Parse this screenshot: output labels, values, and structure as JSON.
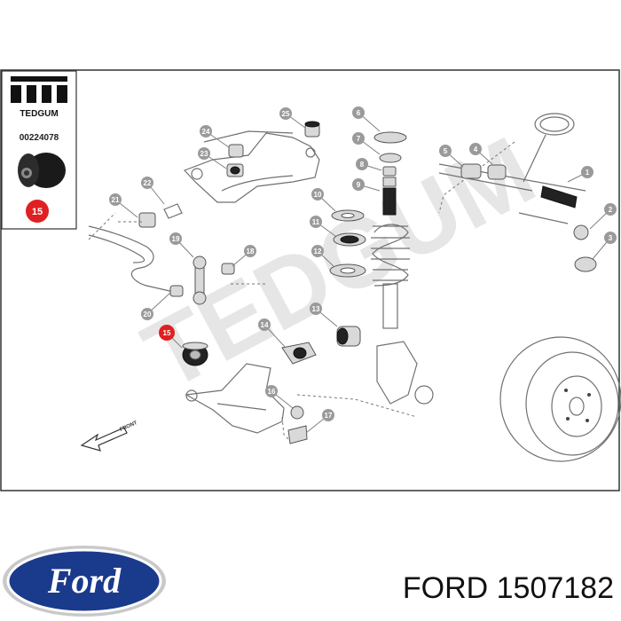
{
  "panel": {
    "brand": "TEDGUM",
    "code": "00224078",
    "highlight_number": "15",
    "highlight_color": "#e02020"
  },
  "callouts": [
    {
      "label": "1"
    },
    {
      "label": "2"
    },
    {
      "label": "3"
    },
    {
      "label": "4"
    },
    {
      "label": "5"
    },
    {
      "label": "6"
    },
    {
      "label": "7"
    },
    {
      "label": "8"
    },
    {
      "label": "9"
    },
    {
      "label": "10"
    },
    {
      "label": "11"
    },
    {
      "label": "12"
    },
    {
      "label": "13"
    },
    {
      "label": "14"
    },
    {
      "label": "15"
    },
    {
      "label": "16"
    },
    {
      "label": "17"
    },
    {
      "label": "18"
    },
    {
      "label": "19"
    },
    {
      "label": "20"
    },
    {
      "label": "21"
    },
    {
      "label": "22"
    },
    {
      "label": "23"
    },
    {
      "label": "24"
    },
    {
      "label": "25"
    }
  ],
  "watermark": "TEDGUM",
  "arrow_label": "FRONT",
  "logo": {
    "text": "Ford",
    "color": "#1a3a8c"
  },
  "caption": "FORD 1507182",
  "colors": {
    "callout": "#9a9a9a",
    "highlight": "#e02020",
    "border": "#333333"
  }
}
